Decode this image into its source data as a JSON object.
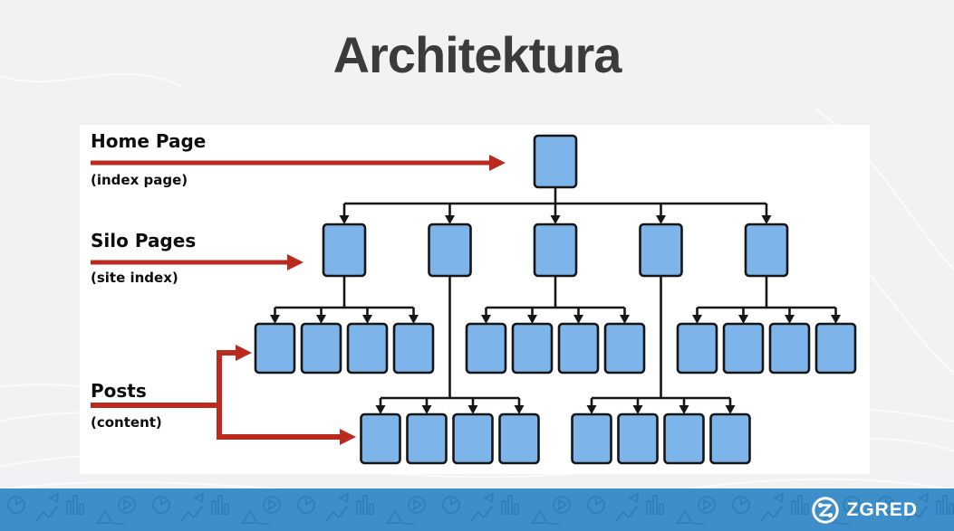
{
  "title": "Architektura",
  "diagram": {
    "home": {
      "label": "Home Page",
      "sublabel": "(index page)"
    },
    "silo": {
      "label": "Silo Pages",
      "sublabel": "(site index)"
    },
    "posts": {
      "label": "Posts",
      "sublabel": "(content)"
    },
    "structure": {
      "home_count": 1,
      "silo_count": 5,
      "middle_post_groups": {
        "parent_silos": [
          1,
          3,
          5
        ],
        "boxes_per_group": 4
      },
      "bottom_post_groups": {
        "parent_silos": [
          2,
          4
        ],
        "boxes_per_group": 4
      }
    },
    "colors": {
      "box_fill": "#7db4ea",
      "box_border": "#161616",
      "connector": "#161616",
      "annotation_arrow": "#bb2a1f"
    }
  },
  "footer": {
    "brand": "ZGRED",
    "bar_color": "#3d8ec9"
  }
}
